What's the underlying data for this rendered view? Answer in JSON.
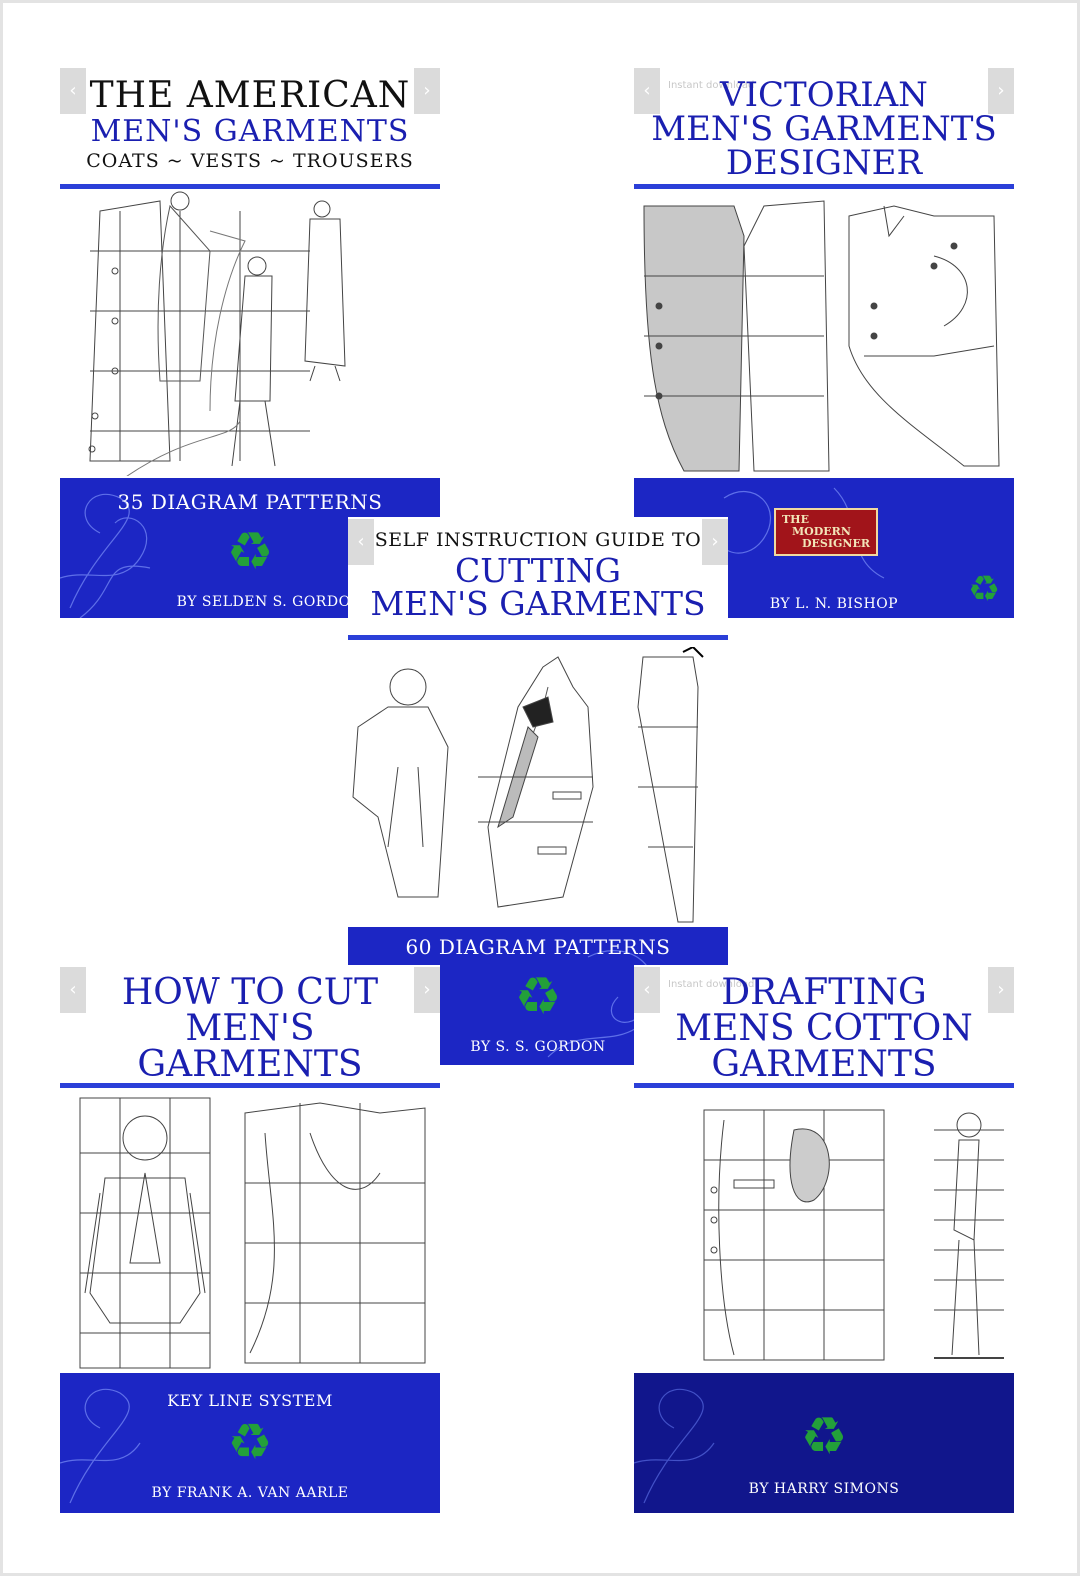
{
  "books": [
    {
      "title_lines": [
        "THE AMERICAN",
        "MEN'S GARMENTS",
        "COATS ~ VESTS ~ TROUSERS"
      ],
      "subtitle": "35 DIAGRAM PATTERNS",
      "author": "BY SELDEN S. GORDON",
      "icon": "recycle-icon"
    },
    {
      "title_lines": [
        "VICTORIAN",
        "MEN'S GARMENTS",
        "DESIGNER"
      ],
      "subtitle": "",
      "author": "BY L. N. BISHOP",
      "badge_lines": [
        "THE",
        "MODERN",
        "DESIGNER"
      ],
      "overlay_note": "Instant download",
      "icon": "recycle-icon"
    },
    {
      "title_lines": [
        "SELF INSTRUCTION GUIDE TO",
        "CUTTING",
        "MEN'S GARMENTS"
      ],
      "subtitle": "60 DIAGRAM PATTERNS",
      "author": "BY S. S. GORDON",
      "icon": "recycle-icon"
    },
    {
      "title_lines": [
        "HOW TO CUT",
        "MEN'S",
        "GARMENTS"
      ],
      "subtitle": "KEY LINE SYSTEM",
      "author": "BY FRANK A. VAN AARLE",
      "icon": "recycle-icon"
    },
    {
      "title_lines": [
        "DRAFTING",
        "MENS COTTON",
        "GARMENTS"
      ],
      "subtitle": "",
      "author": "BY HARRY SIMONS",
      "overlay_note": "Instant download",
      "icon": "recycle-icon"
    }
  ],
  "colors": {
    "title_blue": "#1a1fb0",
    "band_blue": "#1c26c4",
    "band_dark": "#11168c",
    "recycle_green": "#23a03a"
  }
}
